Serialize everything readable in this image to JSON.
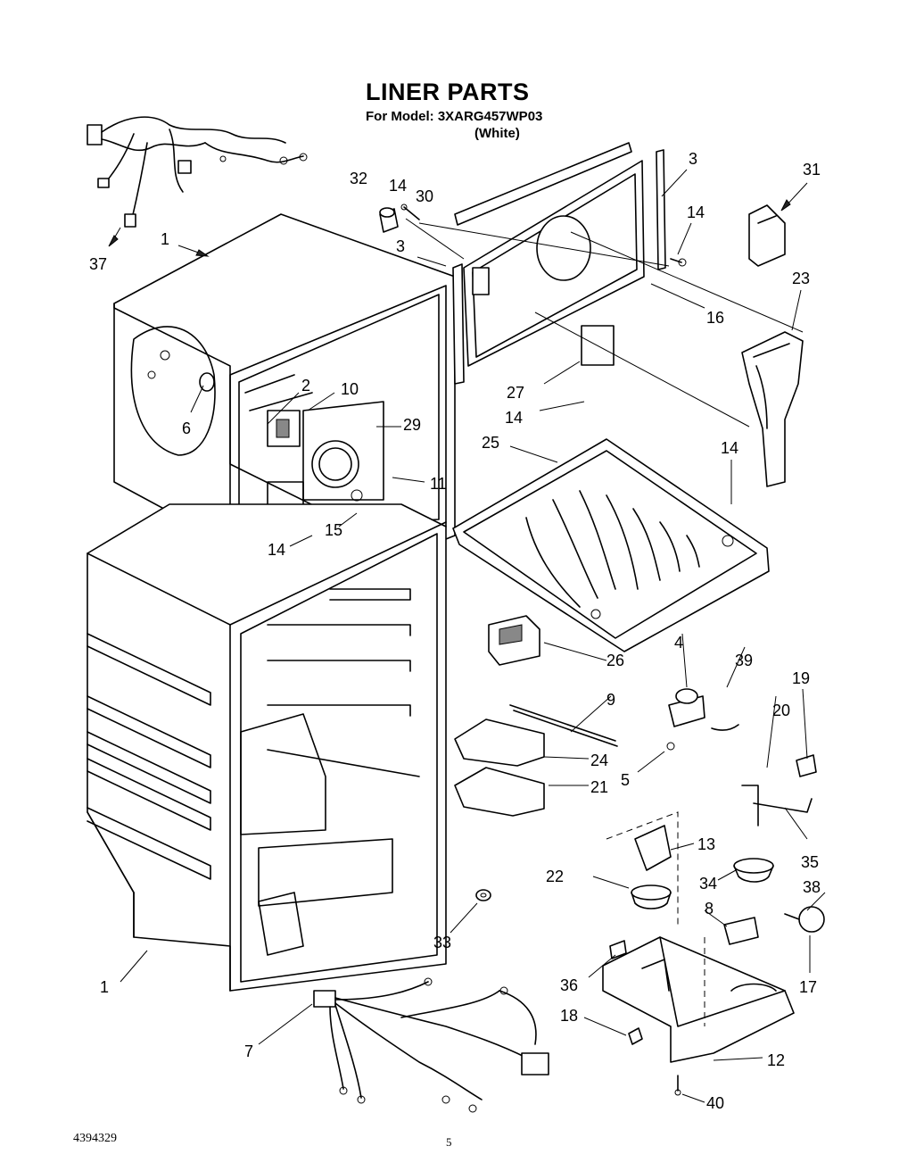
{
  "header": {
    "title": "LINER PARTS",
    "model_line": "For Model: 3XARG457WP03",
    "color_line": "(White)"
  },
  "footer": {
    "doc_number": "4394329",
    "page_number": "5"
  },
  "callouts": [
    "1",
    "1",
    "2",
    "3",
    "3",
    "4",
    "5",
    "6",
    "7",
    "8",
    "9",
    "10",
    "11",
    "12",
    "13",
    "14",
    "14",
    "14",
    "14",
    "14",
    "15",
    "16",
    "17",
    "18",
    "19",
    "20",
    "21",
    "22",
    "23",
    "24",
    "25",
    "26",
    "27",
    "29",
    "30",
    "31",
    "32",
    "33",
    "34",
    "35",
    "36",
    "37",
    "38",
    "39",
    "40"
  ]
}
